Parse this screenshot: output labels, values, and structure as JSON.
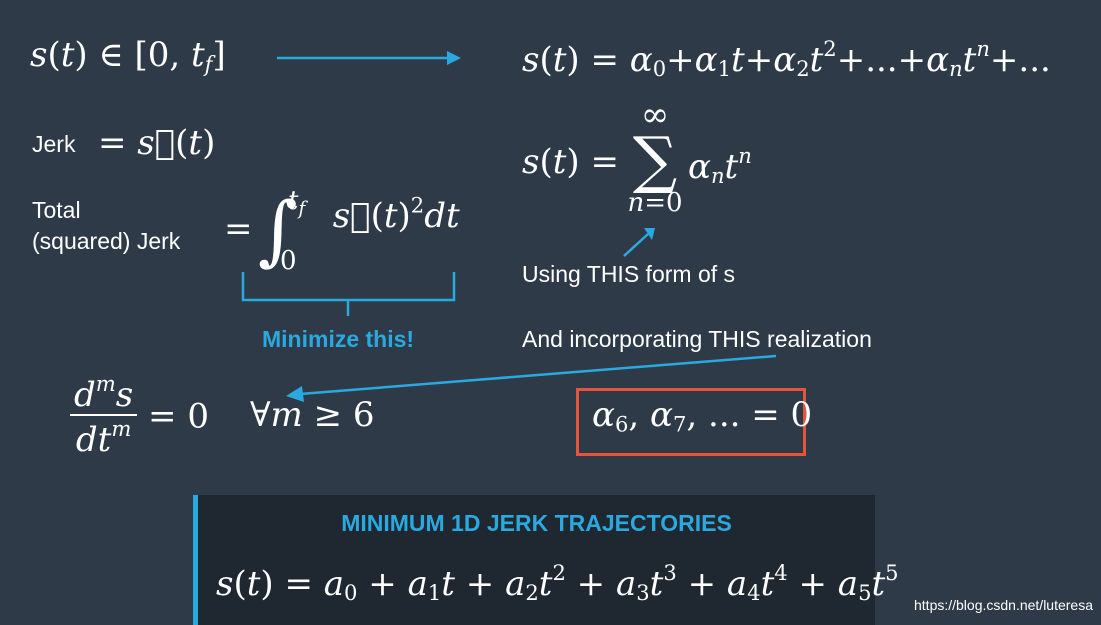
{
  "domain_colors": {
    "background": "#2e3a47",
    "accent_blue": "#2aa9e0",
    "box_red": "#e5553e",
    "panel_dark": "#1f2731"
  },
  "eq_domain": {
    "lhs": "s(t) ∈ [0, t",
    "sub": "f",
    "close": "]"
  },
  "eq_power_series": {
    "text_a": "s(t) = α",
    "terms": [
      "0",
      "1",
      "2",
      "n"
    ]
  },
  "jerk": {
    "label": "Jerk",
    "expr": "= s⃛(t)"
  },
  "total_jerk": {
    "label_line1": "Total",
    "label_line2": "(squared) Jerk",
    "integrand": "s⃛(t)",
    "upper": "t",
    "upper_sub": "f",
    "lower": "0",
    "exp": "2",
    "dt": "dt"
  },
  "minimize_label": "Minimize this!",
  "sum_form": {
    "lhs": "s(t) =",
    "upper": "∞",
    "lower": "n=0",
    "term": "α",
    "term_sub": "n",
    "term_t": "t",
    "term_exp": "n"
  },
  "using_label": "Using THIS form of s",
  "incorporating_label": "And incorporating THIS realization",
  "derivative_condition": {
    "num": "d",
    "num_exp": "m",
    "num_s": "s",
    "den": "dt",
    "den_exp": "m",
    "eq": "= 0",
    "forall": "∀m ≥ 6"
  },
  "alpha_zero": {
    "text": "α",
    "s6": "6",
    "s7": "7",
    "rest": ", ... = 0"
  },
  "bottom": {
    "title": "MINIMUM 1D JERK TRAJECTORIES",
    "formula_lhs": "s(t) ="
  },
  "watermark": "https://blog.csdn.net/luteresa"
}
